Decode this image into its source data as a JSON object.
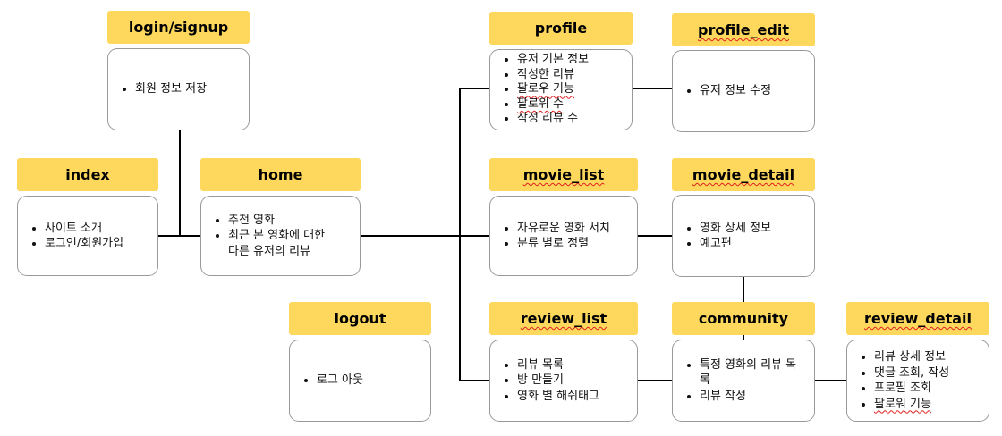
{
  "nodes": {
    "login_signup": {
      "title": "login/signup",
      "items": [
        "회원 정보 저장"
      ]
    },
    "index": {
      "title": "index",
      "items": [
        "사이트 소개",
        "로그인/회원가입"
      ]
    },
    "home": {
      "title": "home",
      "items": [
        "추천 영화",
        "최근 본 영화에 대한 다른 유저의 리뷰"
      ]
    },
    "logout": {
      "title": "logout",
      "items": [
        "로그 아웃"
      ]
    },
    "profile": {
      "title": "profile",
      "items": [
        "유저 기본 정보",
        "작성한 리뷰",
        "팔로우 기능",
        "팔로워 수",
        "작성 리뷰 수"
      ]
    },
    "profile_edit": {
      "title": "profile_edit",
      "items": [
        "유저 정보 수정"
      ]
    },
    "movie_list": {
      "title": "movie_list",
      "items": [
        "자유로운 영화 서치",
        "분류 별로 정렬"
      ]
    },
    "movie_detail": {
      "title": "movie_detail",
      "items": [
        "영화 상세 정보",
        "예고편"
      ]
    },
    "review_list": {
      "title": "review_list",
      "items": [
        "리뷰 목록",
        "방 만들기",
        "영화 별 해쉬태그"
      ]
    },
    "community": {
      "title": "community",
      "items": [
        "특정 영화의 리뷰 목록",
        "리뷰 작성"
      ]
    },
    "review_detail": {
      "title": "review_detail",
      "items": [
        "리뷰 상세 정보",
        "댓글 조회, 작성",
        "프로필 조회",
        "팔로워 기능"
      ]
    }
  }
}
